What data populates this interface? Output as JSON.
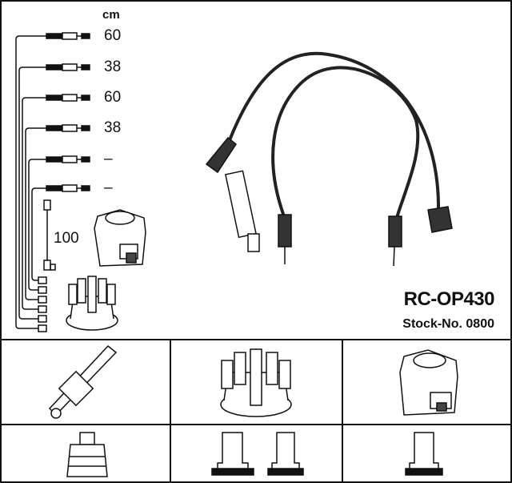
{
  "legend": {
    "unit": "cm",
    "lengths": [
      "60",
      "38",
      "60",
      "38",
      "–",
      "–"
    ],
    "coil_lead_length": "100"
  },
  "product": {
    "part_number": "RC-OP430",
    "stock_number": "Stock-No. 0800"
  },
  "colors": {
    "line": "#111111",
    "background": "#ffffff"
  }
}
